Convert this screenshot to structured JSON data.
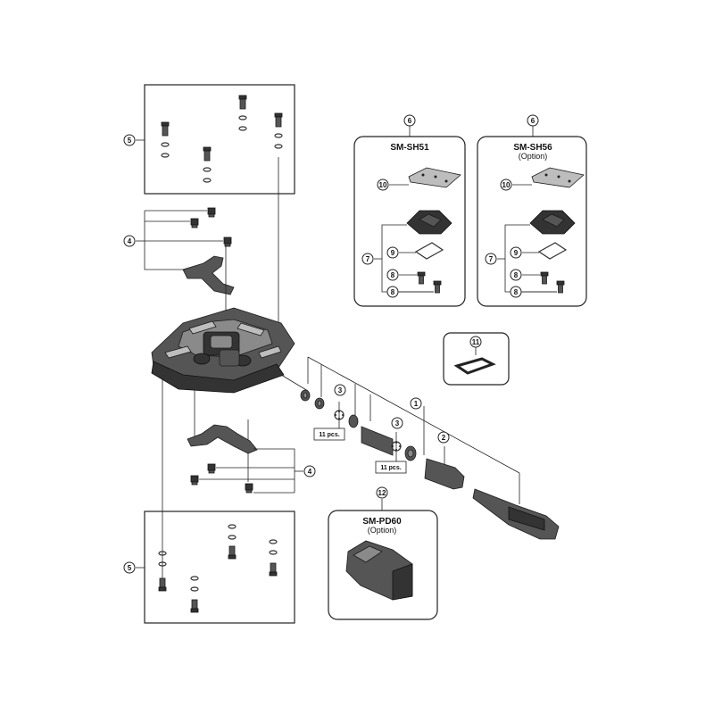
{
  "callouts": [
    {
      "id": "c1",
      "label": "1"
    },
    {
      "id": "c2",
      "label": "2"
    },
    {
      "id": "c3a",
      "label": "3"
    },
    {
      "id": "c3b",
      "label": "3"
    },
    {
      "id": "c4a",
      "label": "4"
    },
    {
      "id": "c4b",
      "label": "4"
    },
    {
      "id": "c5a",
      "label": "5"
    },
    {
      "id": "c5b",
      "label": "5"
    },
    {
      "id": "c6a",
      "label": "6"
    },
    {
      "id": "c6b",
      "label": "6"
    },
    {
      "id": "c7a",
      "label": "7"
    },
    {
      "id": "c7b",
      "label": "7"
    },
    {
      "id": "c8a",
      "label": "8"
    },
    {
      "id": "c8b",
      "label": "8"
    },
    {
      "id": "c8c",
      "label": "8"
    },
    {
      "id": "c8d",
      "label": "8"
    },
    {
      "id": "c9a",
      "label": "9"
    },
    {
      "id": "c9b",
      "label": "9"
    },
    {
      "id": "c10a",
      "label": "10"
    },
    {
      "id": "c10b",
      "label": "10"
    },
    {
      "id": "c11",
      "label": "11"
    },
    {
      "id": "c12",
      "label": "12"
    }
  ],
  "boxes": {
    "sh51": {
      "title": "SM-SH51"
    },
    "sh56": {
      "title": "SM-SH56",
      "subtitle": "(Option)"
    },
    "pd60": {
      "title": "SM-PD60",
      "subtitle": "(Option)"
    }
  },
  "quantity_tags": {
    "a": "11 pcs.",
    "b": "11 pcs."
  }
}
